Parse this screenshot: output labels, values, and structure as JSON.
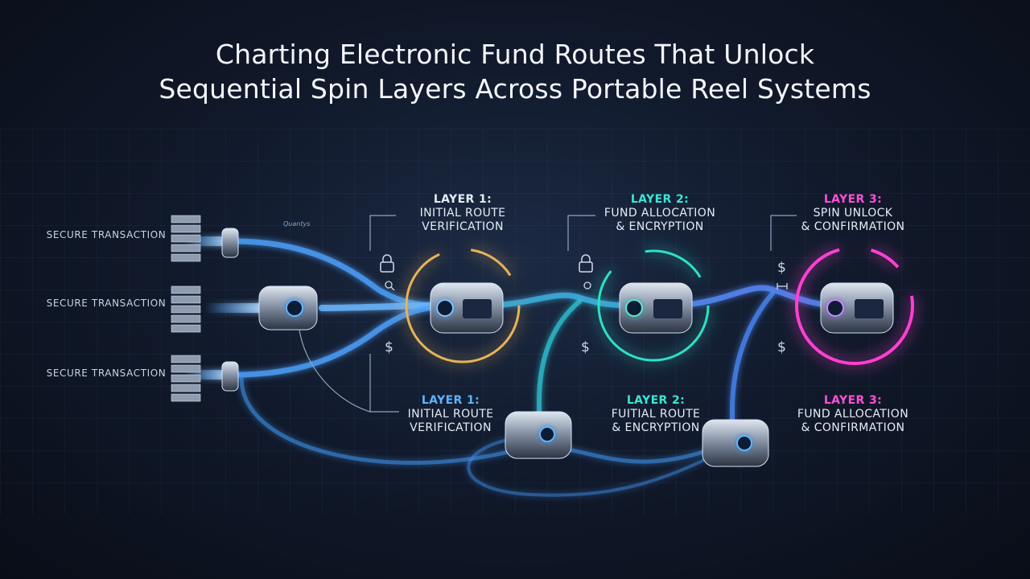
{
  "title": {
    "line1": "Charting Electronic Fund Routes That Unlock",
    "line2": "Sequential Spin Layers Across Portable Reel Systems"
  },
  "sources": [
    "SECURE TRANSACTION",
    "SECURE TRANSACTION",
    "SECURE TRANSACTION"
  ],
  "small_tag": "Quantys",
  "top_layers": [
    {
      "head": "LAYER 1:",
      "line1": "INITIAL ROUTE",
      "line2": "VERIFICATION",
      "color": "#ffffff"
    },
    {
      "head": "LAYER 2:",
      "line1": "FUND ALLOCATION",
      "line2": "& ENCRYPTION",
      "color": "#39e6d4"
    },
    {
      "head": "LAYER 3:",
      "line1": "SPIN UNLOCK",
      "line2": "& CONFIRMATION",
      "color": "#ff4fd8"
    }
  ],
  "bottom_layers": [
    {
      "head": "LAYER 1:",
      "line1": "INITIAL ROUTE",
      "line2": "VERIFICATION",
      "color": "#5fb4ff"
    },
    {
      "head": "LAYER 2:",
      "line1": "FUITIAL ROUTE",
      "line2": "& ENCRYPTION",
      "color": "#39e6d4"
    },
    {
      "head": "LAYER 3:",
      "line1": "FUND ALLOCATION",
      "line2": "& CONFIRMATION",
      "color": "#ff4fd8"
    }
  ],
  "symbols": {
    "dollar": "$"
  },
  "colors": {
    "flow": "#4da3ff",
    "ring1": "#e6b35a",
    "ring2": "#2fe0c6",
    "ring3": "#ff3fd0"
  }
}
